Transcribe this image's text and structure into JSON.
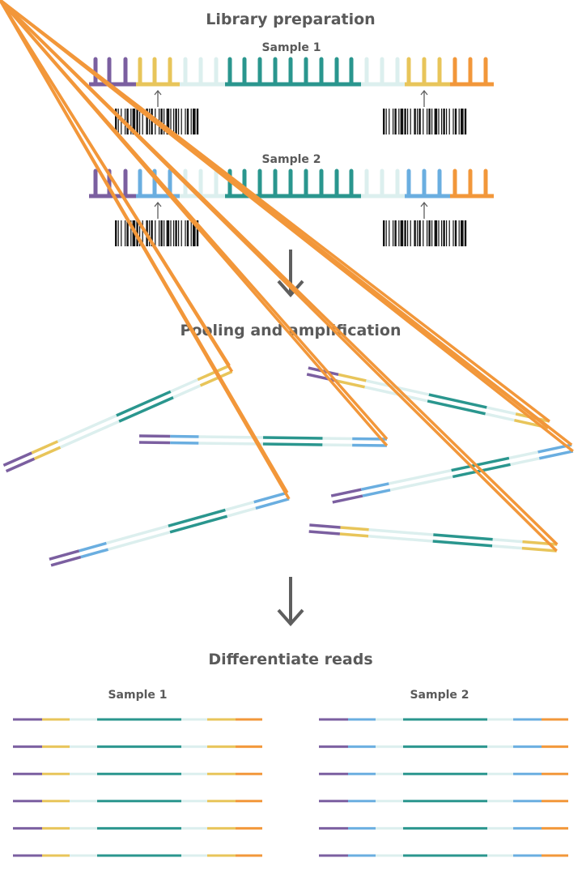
{
  "colors": {
    "adapter": "#7b5fa0",
    "index1": "#e8c55a",
    "index2": "#6aaee0",
    "spacer": "#dcefee",
    "insert": "#2a968e",
    "adapter_end": "#f2973a",
    "barcode": "#111111",
    "arrow": "#5e5e5e",
    "text": "#5a5a5a"
  },
  "sections": {
    "library_preparation": "Library preparation",
    "pooling_and_amplification": "Pooling and amplification",
    "differentiate_reads": "Differentiate reads"
  },
  "samples": {
    "sample1": "Sample 1",
    "sample2": "Sample 2"
  },
  "pooled_fragments": [
    {
      "index": "index1"
    },
    {
      "index": "index1"
    },
    {
      "index": "index2"
    },
    {
      "index": "index2"
    },
    {
      "index": "index2"
    },
    {
      "index": "index1"
    }
  ],
  "reads_per_sample": 6
}
